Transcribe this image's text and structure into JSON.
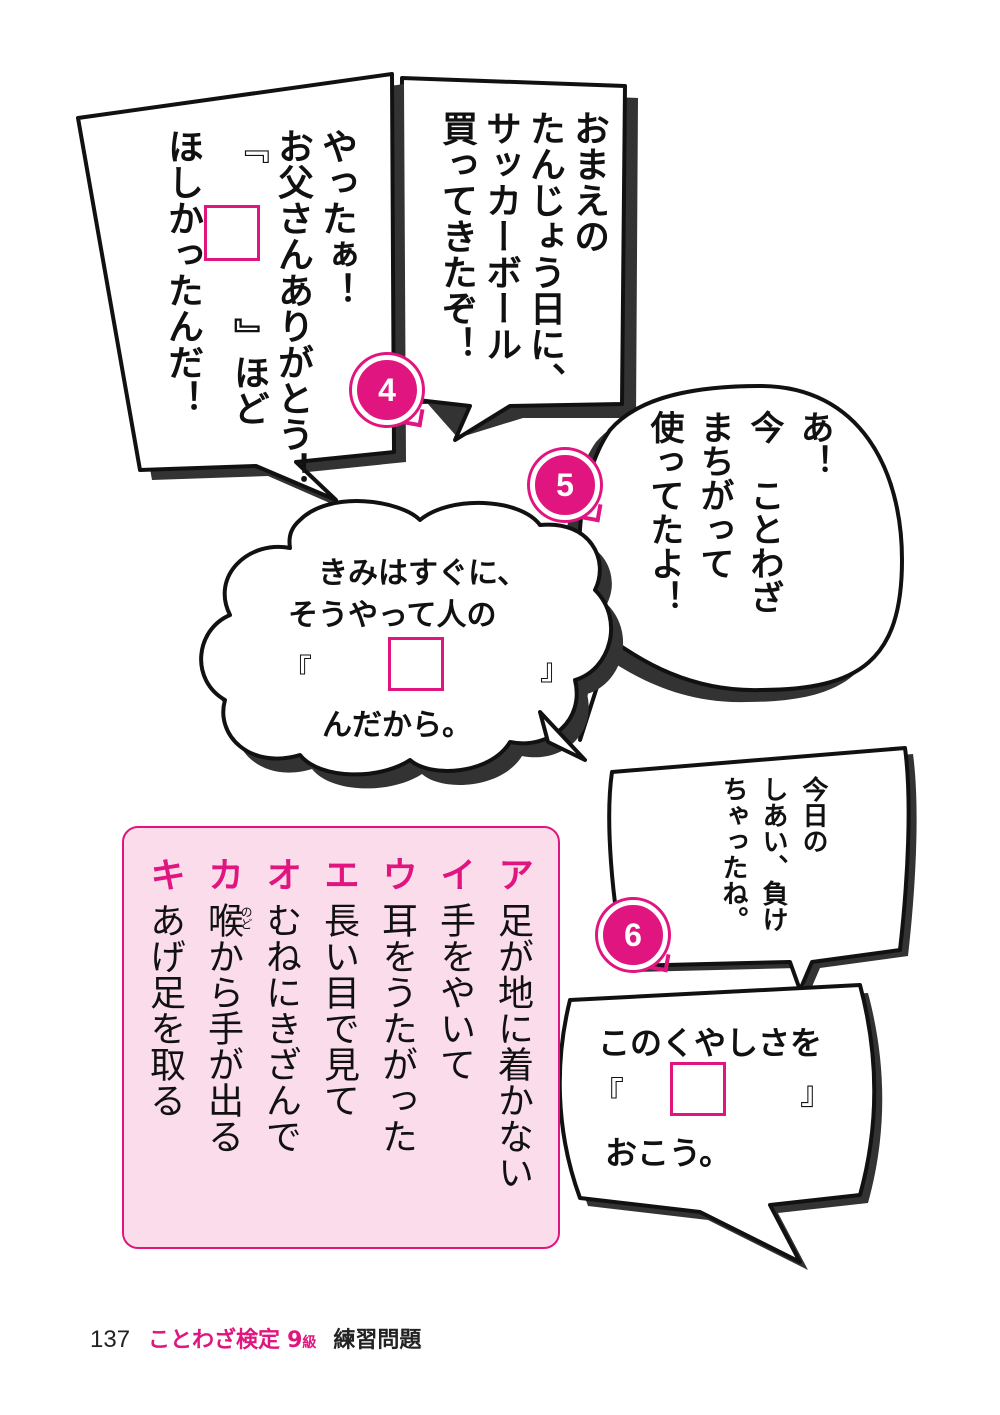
{
  "bubbles": {
    "father": [
      "おまえの",
      "たんじょう日に、",
      "サッカーボール",
      "買ってきたぞ！"
    ],
    "child_col1": "やったぁ！",
    "child_col2": "お父さんありがとう！",
    "child_col3_open": "『",
    "child_col3_close": "』ほど",
    "child_col4": "ほしかったんだ！",
    "q5": [
      "あ！",
      "今　ことわざ",
      "まちがって",
      "使ってたよ！"
    ],
    "cloud_line1": "きみはすぐに、",
    "cloud_line2": "そうやって人の",
    "cloud_open": "『",
    "cloud_close": "』",
    "cloud_line4": "んだから。",
    "q6_top": [
      "今日の",
      "しあい、負け",
      "ちゃったね。"
    ],
    "q6_bottom_line1": "このくやしさを",
    "q6_open": "『",
    "q6_close": "』",
    "q6_bottom_line3": "おこう。"
  },
  "badges": [
    "4",
    "5",
    "6"
  ],
  "choices": [
    {
      "key": "ア",
      "text": "足が地に着かない"
    },
    {
      "key": "イ",
      "text": "手をやいて"
    },
    {
      "key": "ウ",
      "text": "耳をうたがった"
    },
    {
      "key": "エ",
      "text": "長い目で見て"
    },
    {
      "key": "オ",
      "text": "むねにきざんで"
    },
    {
      "key": "カ",
      "text": "喉から手が出る",
      "ruby": "のど"
    },
    {
      "key": "キ",
      "text": "あげ足を取る"
    }
  ],
  "footer": {
    "page": "137",
    "book": "ことわざ検定",
    "grade": "9",
    "grade_unit": "級",
    "exercise": "練習問題"
  },
  "colors": {
    "accent": "#e0157f",
    "choice_bg": "#fadcea"
  }
}
